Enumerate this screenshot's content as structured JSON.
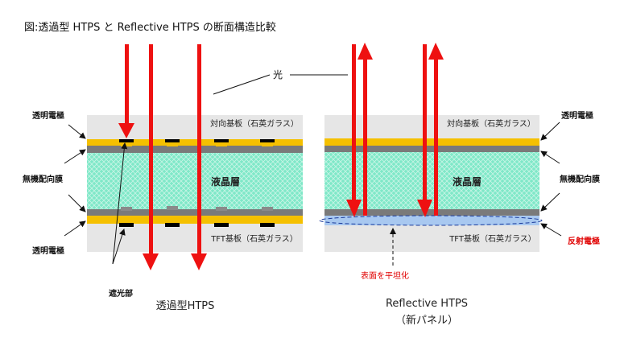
{
  "title": "図:透過型 HTPS と Reflective HTPS の断面構造比較",
  "light_label": "光",
  "left_panel": {
    "caption": "透過型HTPS",
    "counter_substrate": "対向基板（石英ガラス）",
    "lc_layer": "液晶層",
    "tft_substrate": "TFT基板（石英ガラス）",
    "label_transparent_electrode_top": "透明電極",
    "label_alignment_film": "無機配向膜",
    "label_transparent_electrode_bottom": "透明電極",
    "label_light_shield": "遮光部"
  },
  "right_panel": {
    "caption_line1": "Reflective HTPS",
    "caption_line2": "（新パネル）",
    "counter_substrate": "対向基板（石英ガラス）",
    "lc_layer": "液晶層",
    "tft_substrate": "TFT基板（石英ガラス）",
    "label_transparent_electrode": "透明電極",
    "label_alignment_film": "無機配向膜",
    "label_reflective_electrode": "反射電極",
    "label_planarized": "表面を平坦化"
  },
  "colors": {
    "light": "#ee1111",
    "electrode": "#f5c000",
    "alignment": "#7a7a7a",
    "lc": "#7fe8c8",
    "glass": "#e6e6e6",
    "reflector": "#a8c8f0",
    "highlight": "#e00000"
  }
}
